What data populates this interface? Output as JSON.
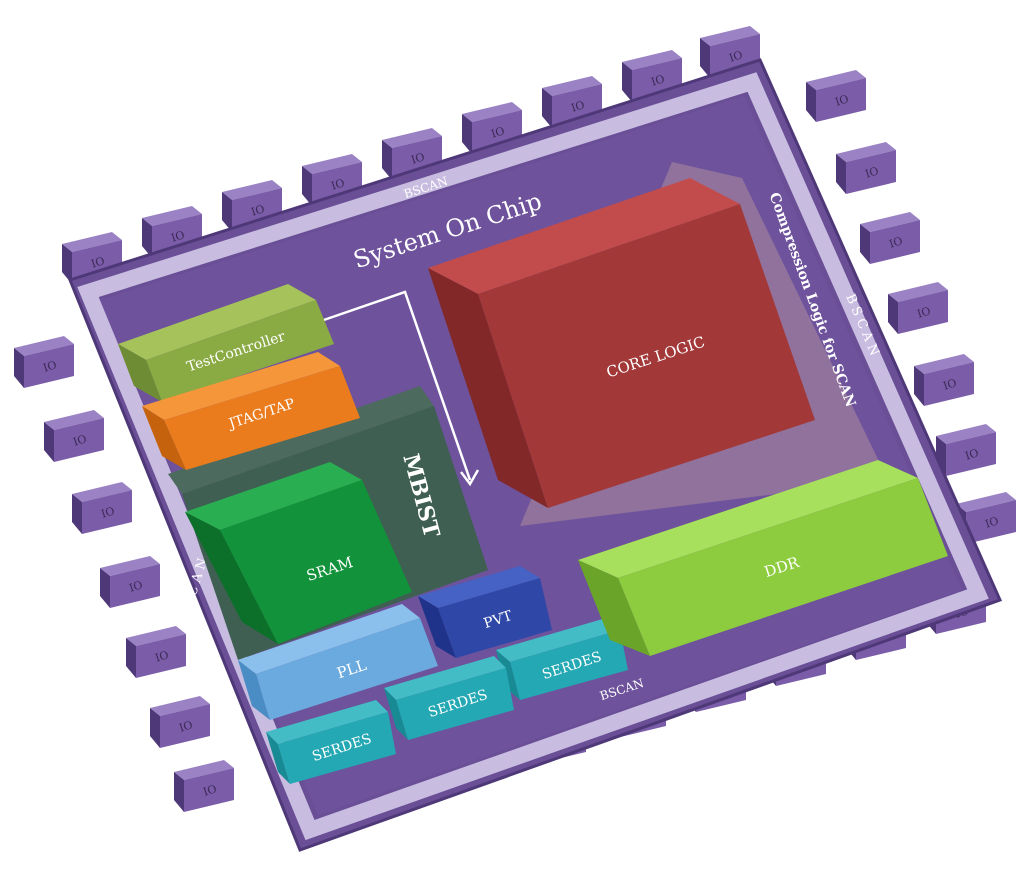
{
  "diagram": {
    "title": "System On Chip",
    "io_label": "IO",
    "bscan": {
      "top": "BSCAN",
      "right": "B S C A N",
      "bottom": "BSCAN",
      "left": "B S C A N"
    },
    "blocks": {
      "test_controller": "TestController",
      "jtag_tap": "JTAG/TAP",
      "mbist": "MBIST",
      "sram": "SRAM",
      "pvt": "PVT",
      "pll": "PLL",
      "serdes_1": "SERDES",
      "serdes_2": "SERDES",
      "serdes_3": "SERDES",
      "core_logic": "CORE LOGIC",
      "compression": "Compression Logic for SCAN",
      "ddr": "DDR"
    },
    "colors": {
      "chip": "#6a4f97",
      "border": "#c8bde0",
      "io_box": "#7a5ca8",
      "test_controller": "#8aaa44",
      "jtag_tap": "#ea7c1e",
      "mbist": "#3f5f52",
      "sram": "#12923a",
      "pvt": "#2f48a8",
      "pll": "#6aaade",
      "serdes": "#24a8b4",
      "core_logic": "#a23838",
      "compression": "#9c7d9e",
      "ddr": "#8ccc3e"
    }
  }
}
